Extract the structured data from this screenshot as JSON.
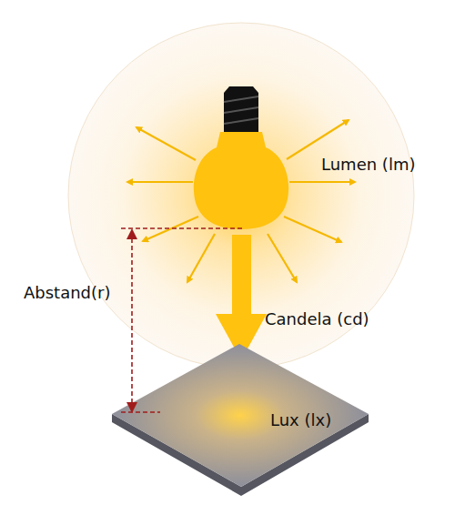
{
  "diagram": {
    "labels": [
      "Lumen (lm)",
      "Candela (cd)",
      "Abstand(r)",
      "Lux (lx)"
    ]
  }
}
